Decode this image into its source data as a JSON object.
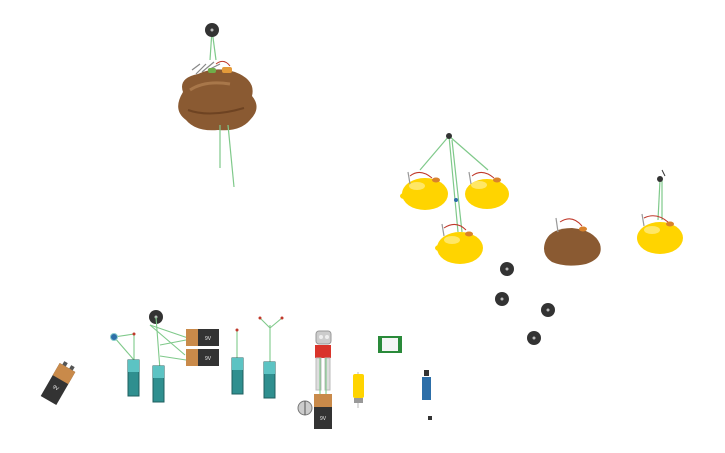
{
  "canvas": {
    "background": "#ffffff",
    "wire_color": "#7fc98a",
    "lemon_color": "#ffd400",
    "potato_color": "#8a5a32",
    "battery_label": "9V",
    "cell_color": "#2f8f8f"
  },
  "components": {
    "potato_cluster": "potato-with-electrodes",
    "lemon_cells": [
      "lemon-cell",
      "lemon-cell",
      "lemon-cell",
      "lemon-cell"
    ],
    "small_potato": "potato-with-electrodes",
    "black_nodes": [
      "node",
      "node",
      "node",
      "node",
      "node",
      "node"
    ],
    "nine_volt_batteries": [
      "9V",
      "9V",
      "9V",
      "9V"
    ],
    "aa_cells": [
      "cell",
      "cell",
      "cell",
      "cell"
    ],
    "led_module": "led",
    "pcb_module": "pcb",
    "yellow_motor": "dc-motor",
    "blue_sensor": "sensor",
    "gauge": "meter"
  }
}
